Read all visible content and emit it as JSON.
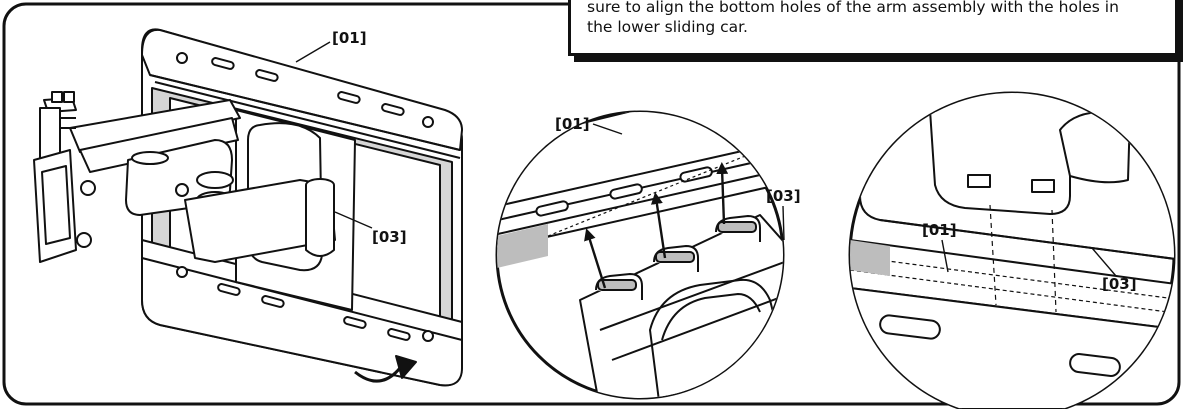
{
  "instruction": {
    "line1": "sure to align the bottom holes of the arm assembly with the holes in",
    "line2": "the lower sliding car."
  },
  "labels": {
    "main_wall_plate": "[01]",
    "main_arm": "[03]",
    "detail_left_plate": "[01]",
    "detail_left_arm": "[03]",
    "detail_right_plate": "[01]",
    "detail_right_arm": "[03]"
  },
  "colors": {
    "line": "#111111",
    "shade": "#bdbdbd",
    "background": "#ffffff"
  }
}
